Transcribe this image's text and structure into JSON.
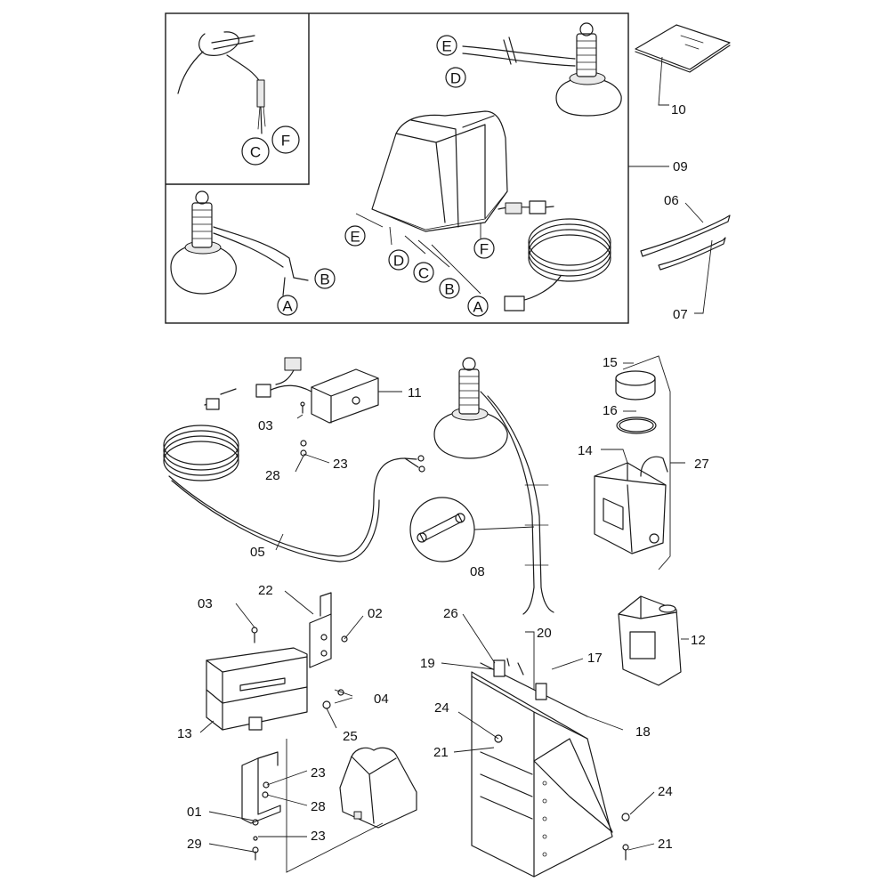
{
  "part_labels": {
    "p01": "01",
    "p02": "02",
    "p03a": "03",
    "p03b": "03",
    "p04": "04",
    "p05": "05",
    "p06": "06",
    "p07": "07",
    "p08": "08",
    "p09": "09",
    "p10": "10",
    "p11": "11",
    "p12": "12",
    "p13": "13",
    "p14": "14",
    "p15": "15",
    "p16": "16",
    "p17": "17",
    "p18": "18",
    "p19": "19",
    "p20": "20",
    "p21a": "21",
    "p21b": "21",
    "p22": "22",
    "p23a": "23",
    "p23b": "23",
    "p23c": "23",
    "p24a": "24",
    "p24b": "24",
    "p25": "25",
    "p26": "26",
    "p27": "27",
    "p28a": "28",
    "p28b": "28",
    "p29": "29"
  },
  "connector_labels": {
    "inset_c": "C",
    "inset_f": "F",
    "lamp_e": "E",
    "lamp_d": "D",
    "lamp_b": "B",
    "lamp_a": "A",
    "hood_e": "E",
    "hood_d": "D",
    "hood_c": "C",
    "hood_b": "B",
    "hood_a": "A",
    "hood_f": "F"
  },
  "icons": [
    "lamp-icon",
    "cover-hood-icon",
    "cable-coil-icon",
    "control-box-icon",
    "jerrycan-icon",
    "cap-icon",
    "seal-ring-icon",
    "cable-tie-icon",
    "manual-booklet-icon",
    "bracket-icon",
    "frame-stand-icon",
    "bolt-icon"
  ]
}
